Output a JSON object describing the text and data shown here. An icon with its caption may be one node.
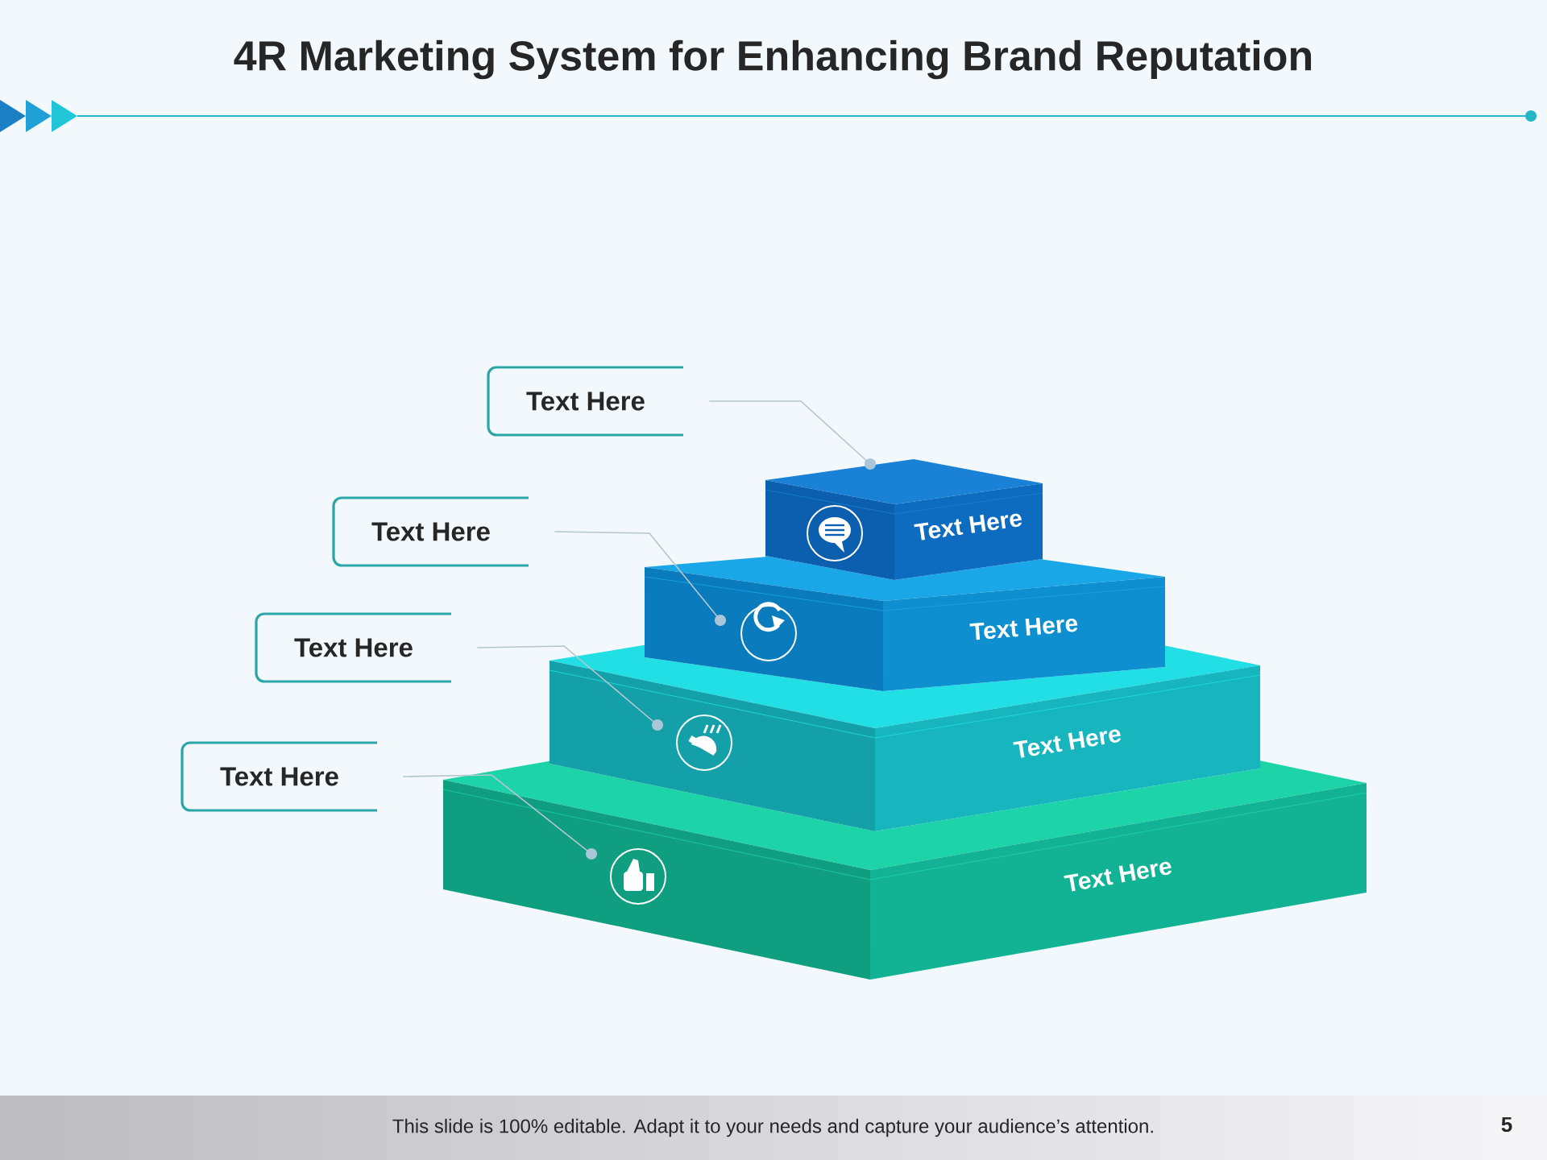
{
  "diagram": {
    "title": "4R Marketing System for Enhancing Brand Reputation",
    "nodes": [
      {
        "text": [
          "Text Here"
        ]
      },
      {
        "text": [
          "Text Here"
        ]
      },
      {
        "text": [
          "Text Here"
        ]
      },
      {
        "text": [
          "Text Here"
        ]
      },
      {
        "text": [
          "Text Here"
        ]
      },
      {
        "text": [
          "Text Here"
        ]
      },
      {
        "text": [
          "Text Here"
        ]
      },
      {
        "text": [
          "Text Here"
        ]
      }
    ],
    "edges": [
      {
        "from": 0,
        "to": 4,
        "arrow": "other"
      },
      {
        "from": 1,
        "to": 5,
        "arrow": "other"
      },
      {
        "from": 2,
        "to": 6,
        "arrow": "other"
      },
      {
        "from": 3,
        "to": 7,
        "arrow": "other"
      }
    ],
    "labels": [
      "This slide is 100% editable. Adapt it to your needs and capture your audience’s attention.",
      "5"
    ]
  }
}
